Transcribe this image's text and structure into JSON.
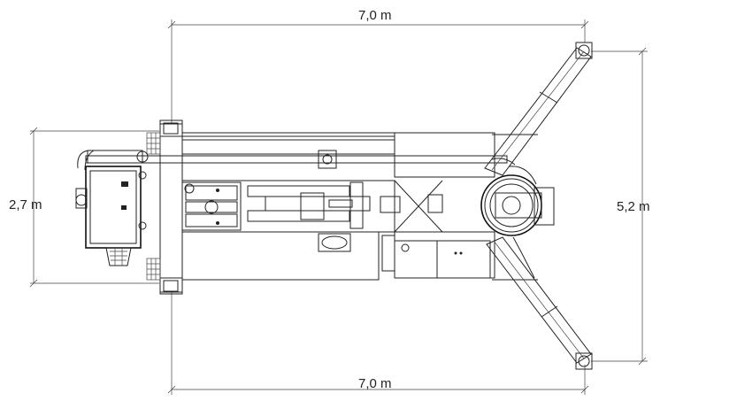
{
  "dimensions": {
    "top_width": "7,0  m",
    "bottom_width": "7,0  m",
    "left_height": "2,7  m",
    "right_height": "5,2  m"
  },
  "colors": {
    "line": "#222222",
    "background": "#ffffff"
  }
}
